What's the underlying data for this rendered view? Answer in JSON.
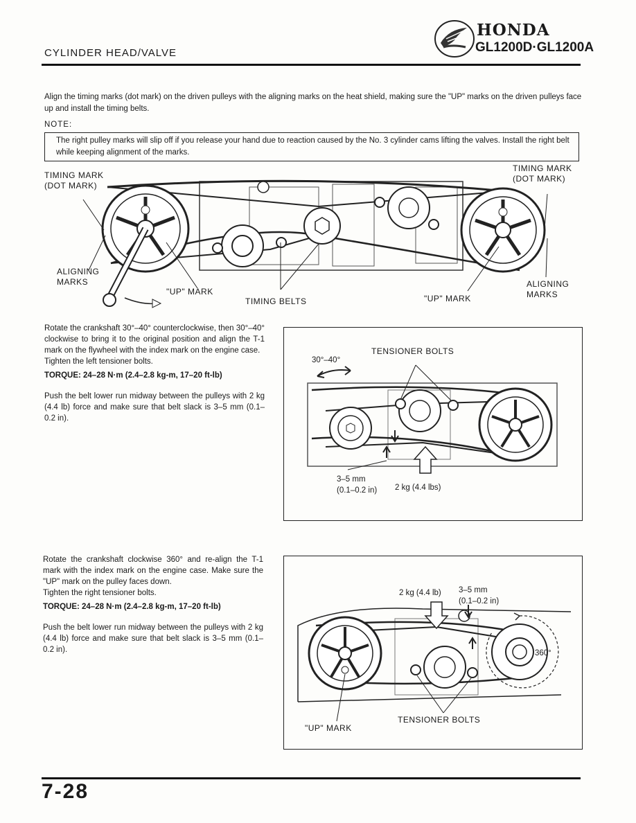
{
  "header": {
    "section_title": "CYLINDER HEAD/VALVE",
    "brand": "HONDA",
    "model": "GL1200D·GL1200A",
    "logo_icon": "honda-wing-logo"
  },
  "intro": {
    "text": "Align the timing marks (dot mark) on the driven pulleys with the aligning marks on the heat shield, making sure the \"UP\" marks on the driven pulleys face up and install the timing belts.",
    "note_label": "NOTE:",
    "note_text": "The right pulley marks will slip off if you release your hand due to reaction caused by the No. 3 cylinder cams lifting the valves. Install the right belt while keeping alignment of the marks."
  },
  "figure1": {
    "timing_mark_left_1": "TIMING MARK",
    "timing_mark_left_2": "(DOT MARK)",
    "timing_mark_right_1": "TIMING MARK",
    "timing_mark_right_2": "(DOT MARK)",
    "aligning_left_1": "ALIGNING",
    "aligning_left_2": "MARKS",
    "up_mark_left": "\"UP\" MARK",
    "timing_belts": "TIMING BELTS",
    "up_mark_right": "\"UP\" MARK",
    "aligning_right_1": "ALIGNING",
    "aligning_right_2": "MARKS"
  },
  "step2": {
    "text": "Rotate the crankshaft 30°–40° counterclockwise, then 30°–40° clockwise to bring it to the original position and align the T-1 mark on the flywheel with the index mark on the engine case.",
    "tighten": "Tighten the left tensioner bolts.",
    "torque": "TORQUE: 24–28 N·m (2.4–2.8 kg-m, 17–20 ft-lb)",
    "push": "Push the belt lower run midway between the pulleys with 2 kg (4.4 lb) force and make sure that belt slack is 3–5 mm (0.1–0.2 in).",
    "fig_angle": "30°–40°",
    "fig_tensioner": "TENSIONER BOLTS",
    "fig_slack_1": "3–5 mm",
    "fig_slack_2": "(0.1–0.2 in)",
    "fig_force": "2 kg (4.4 lbs)"
  },
  "step3": {
    "text": "Rotate the crankshaft clockwise 360° and re-align the T-1 mark with the index mark on the engine case. Make sure the \"UP\" mark on the pulley faces down.",
    "tighten": "Tighten the right tensioner bolts.",
    "torque": "TORQUE: 24–28 N·m (2.4–2.8 kg-m, 17–20 ft-lb)",
    "push": "Push the belt lower run midway between the pulleys with 2 kg (4.4 lb) force and make sure that belt slack is 3–5 mm (0.1–0.2 in).",
    "fig_force": "2 kg (4.4 lb)",
    "fig_slack_1": "3–5 mm",
    "fig_slack_2": "(0.1–0.2 in)",
    "fig_angle": "360°",
    "fig_up_mark": "\"UP\" MARK",
    "fig_tensioner": "TENSIONER BOLTS"
  },
  "footer": {
    "page_number": "7-28"
  }
}
